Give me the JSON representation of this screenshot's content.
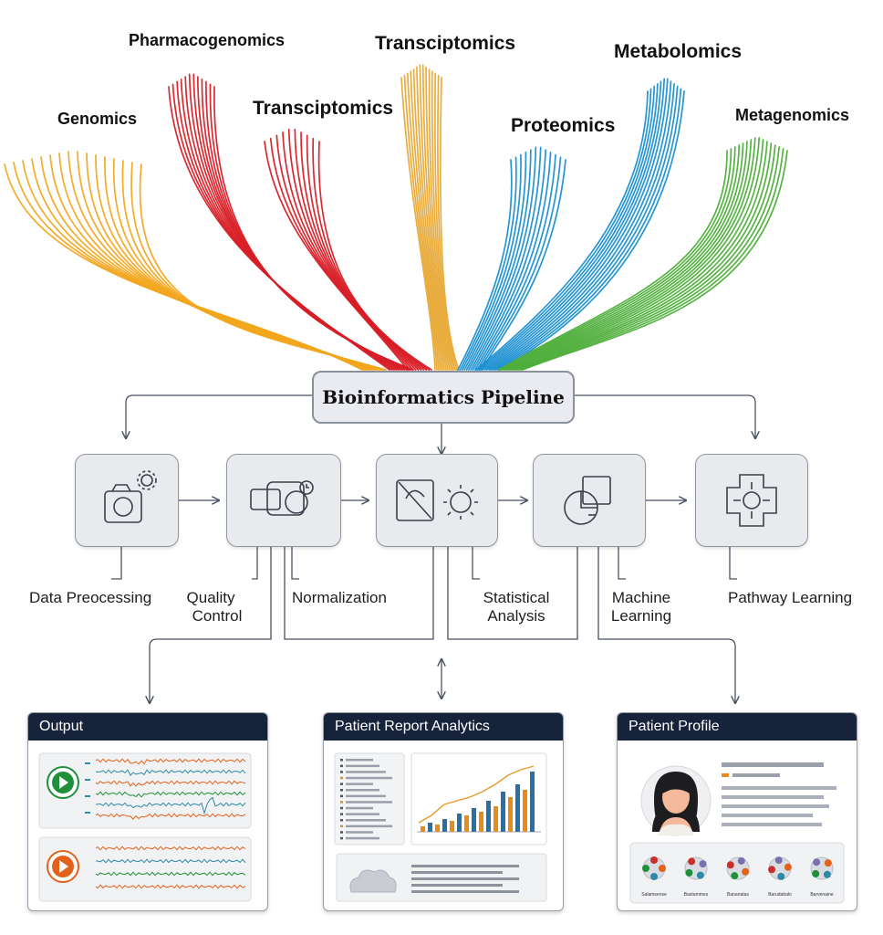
{
  "omics_sources": [
    {
      "label": "Genomics",
      "color": "#f2a61e"
    },
    {
      "label": "Pharmacogenomics",
      "color": "#d81e26"
    },
    {
      "label": "Transciptomics",
      "color": "#d81e26"
    },
    {
      "label": "Transciptomics",
      "color": "#e8a935"
    },
    {
      "label": "Proteomics",
      "color": "#1a8fd0"
    },
    {
      "label": "Metabolomics",
      "color": "#1a8fd0"
    },
    {
      "label": "Metagenomics",
      "color": "#4eae3a"
    }
  ],
  "pipeline": {
    "title": "Bioinformatics Pipeline"
  },
  "steps": [
    {
      "label": "Data Preocessing"
    },
    {
      "label": "Quality\nControl"
    },
    {
      "label": "Normalization"
    },
    {
      "label": "Statistical\nAnalysis"
    },
    {
      "label": "Machine\nLearning"
    },
    {
      "label": "Pathway Learning"
    }
  ],
  "panels": {
    "output": {
      "title": "Output"
    },
    "report": {
      "title": "Patient Report Analytics"
    },
    "profile": {
      "title": "Patient Profile"
    }
  },
  "profile_nodes": [
    {
      "label": "Salamsense"
    },
    {
      "label": "Bastammes"
    },
    {
      "label": "Bananatas"
    },
    {
      "label": "Barudabalo"
    },
    {
      "label": "Barvenaine"
    }
  ],
  "colors": {
    "header": "#16233b",
    "box_fill": "#e8eaee",
    "box_stroke": "#8f95a1",
    "play_green": "#1f8f3a",
    "play_orange": "#e2621b",
    "bar_orange": "#ea8a1d",
    "bar_blue": "#2b6fa8"
  }
}
